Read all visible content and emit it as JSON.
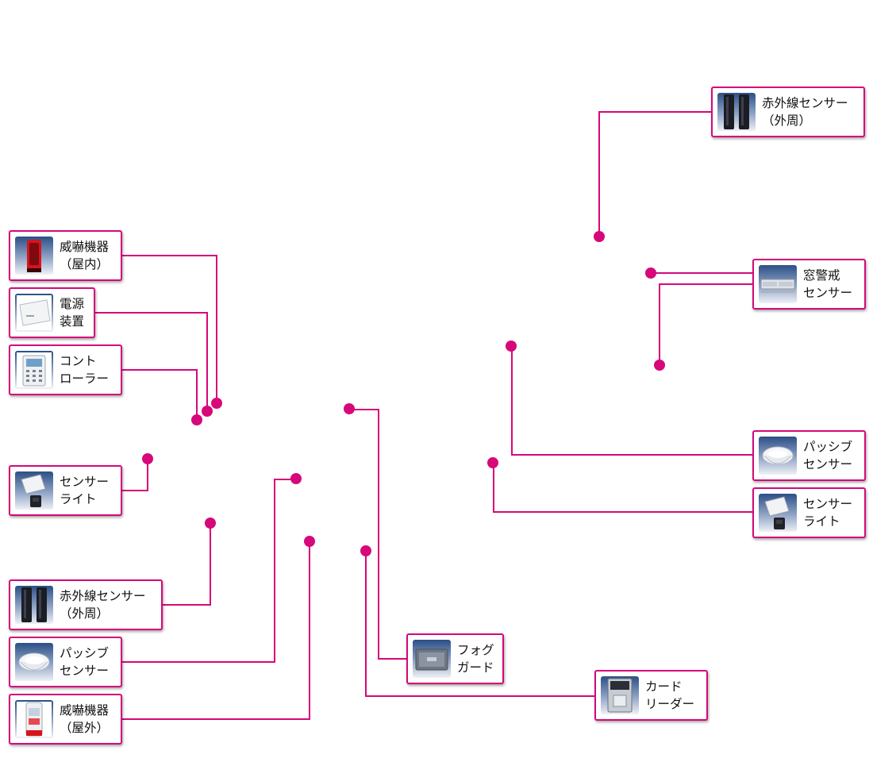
{
  "accent_color": "#d6087a",
  "devices": [
    {
      "id": "ir-outer-top-right",
      "icon": "infrared-beam-sensor-icon",
      "lines": [
        "赤外線センサー",
        "（外周）"
      ]
    },
    {
      "id": "window-sensor",
      "icon": "window-alarm-sensor-icon",
      "lines": [
        "窓警戒",
        "センサー"
      ]
    },
    {
      "id": "passive-sensor-right",
      "icon": "passive-sensor-icon",
      "lines": [
        "パッシブ",
        "センサー"
      ]
    },
    {
      "id": "sensor-light-right",
      "icon": "sensor-light-icon",
      "lines": [
        "センサー",
        "ライト"
      ]
    },
    {
      "id": "fog-guard",
      "icon": "fog-guard-icon",
      "lines": [
        "フォグ",
        "ガード"
      ]
    },
    {
      "id": "card-reader",
      "icon": "card-reader-icon",
      "lines": [
        "カード",
        "リーダー"
      ]
    },
    {
      "id": "deterrent-indoor",
      "icon": "indoor-deterrent-icon",
      "lines": [
        "威嚇機器",
        "（屋内）"
      ]
    },
    {
      "id": "power-supply",
      "icon": "power-supply-icon",
      "lines": [
        "電源",
        "装置"
      ]
    },
    {
      "id": "controller",
      "icon": "controller-icon",
      "lines": [
        "コント",
        "ローラー"
      ]
    },
    {
      "id": "sensor-light-left",
      "icon": "sensor-light-icon",
      "lines": [
        "センサー",
        "ライト"
      ]
    },
    {
      "id": "ir-outer-bottom-left",
      "icon": "infrared-beam-sensor-icon",
      "lines": [
        "赤外線センサー",
        "（外周）"
      ]
    },
    {
      "id": "passive-sensor-left",
      "icon": "passive-sensor-icon",
      "lines": [
        "パッシブ",
        "センサー"
      ]
    },
    {
      "id": "deterrent-outdoor",
      "icon": "outdoor-deterrent-icon",
      "lines": [
        "威嚇機器",
        "（屋外）"
      ]
    }
  ]
}
